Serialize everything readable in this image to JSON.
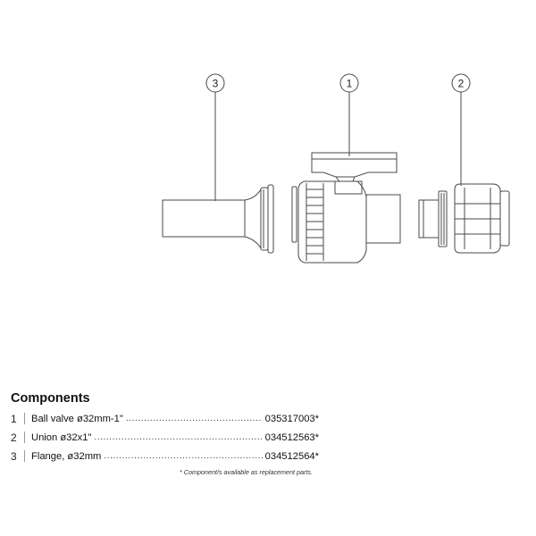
{
  "callouts": [
    {
      "number": "3"
    },
    {
      "number": "1"
    },
    {
      "number": "2"
    }
  ],
  "components": {
    "title": "Components",
    "items": [
      {
        "number": "1",
        "name": "Ball valve ø32mm-1\"",
        "code": "035317003*"
      },
      {
        "number": "2",
        "name": "Union ø32x1\"",
        "code": "034512563*"
      },
      {
        "number": "3",
        "name": "Flange, ø32mm",
        "code": "034512564*"
      }
    ],
    "footnote": "* Component/s available as replacement parts."
  },
  "colors": {
    "line": "#4a4a4a",
    "background": "#ffffff"
  }
}
